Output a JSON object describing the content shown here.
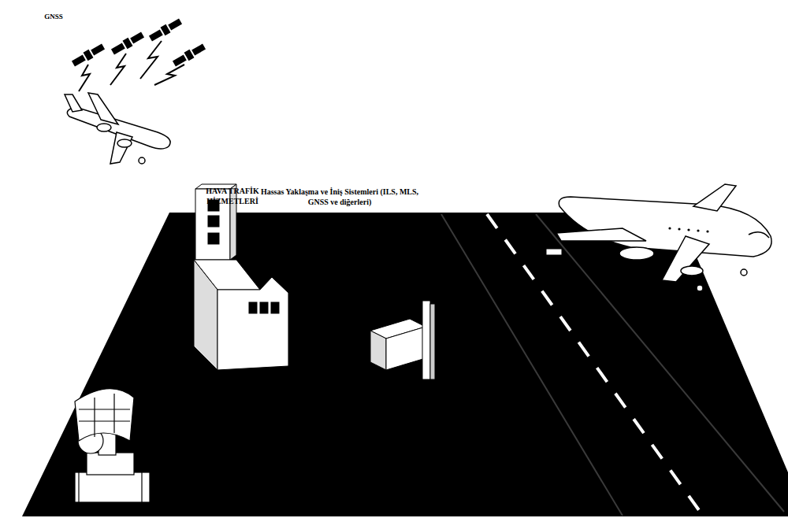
{
  "diagram": {
    "labels": [
      "GNSS",
      "HAVA TRAFİK HİZMETLERİ",
      "Hassas Yaklaşma ve İniş Sistemleri (ILS, MLS, GNSS ve diğerleri)"
    ]
  }
}
